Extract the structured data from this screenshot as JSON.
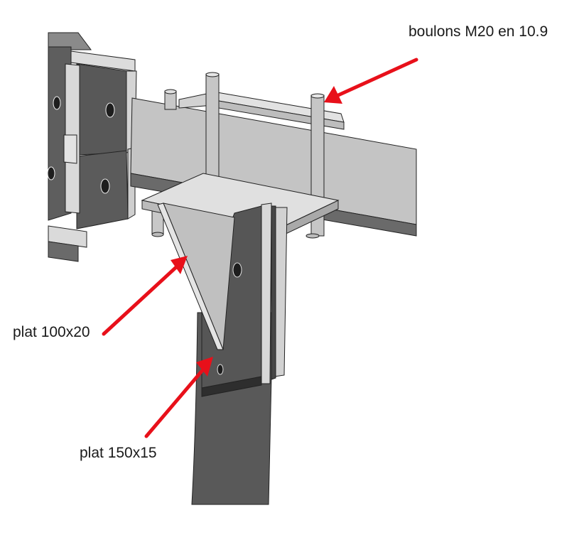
{
  "labels": {
    "bolts": "boulons M20 en 10.9",
    "plat_100x20": "plat 100x20",
    "plat_150x15": "plat 150x15"
  },
  "colors": {
    "arrow": "#e8101a",
    "steel_dark": "#5a5a5a",
    "steel_mid": "#7d7d7d",
    "steel_light": "#c2c2c2",
    "steel_pale": "#dedede",
    "edge": "#222222",
    "hole": "#1e1e1e"
  }
}
